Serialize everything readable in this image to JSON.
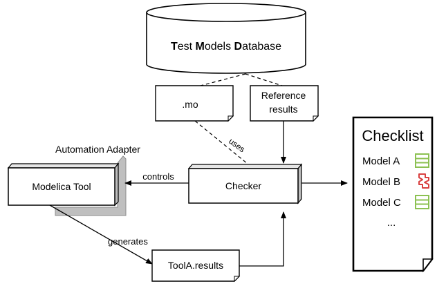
{
  "database": {
    "label_bold_t": "T",
    "label_rest_1": "est ",
    "label_bold_m": "M",
    "label_rest_2": "odels ",
    "label_bold_d": "D",
    "label_rest_3": "atabase"
  },
  "files": {
    "mo": ".mo",
    "reference_line1": "Reference",
    "reference_line2": "results",
    "toola_results": "ToolA.results"
  },
  "components": {
    "checker": "Checker",
    "modelica_tool": "Modelica Tool",
    "automation_adapter": "Automation Adapter"
  },
  "edges": {
    "uses": "uses",
    "controls": "controls",
    "generates": "generates"
  },
  "checklist": {
    "title": "Checklist",
    "items": [
      {
        "label": "Model A",
        "status": "pass",
        "icon": "pass-icon"
      },
      {
        "label": "Model B",
        "status": "fail",
        "icon": "fail-icon"
      },
      {
        "label": "Model C",
        "status": "pass",
        "icon": "pass-icon"
      }
    ],
    "ellipsis": "..."
  },
  "colors": {
    "pass": "#8cc152",
    "fail": "#d94040",
    "adapter_shadow": "#bfbfbf"
  }
}
